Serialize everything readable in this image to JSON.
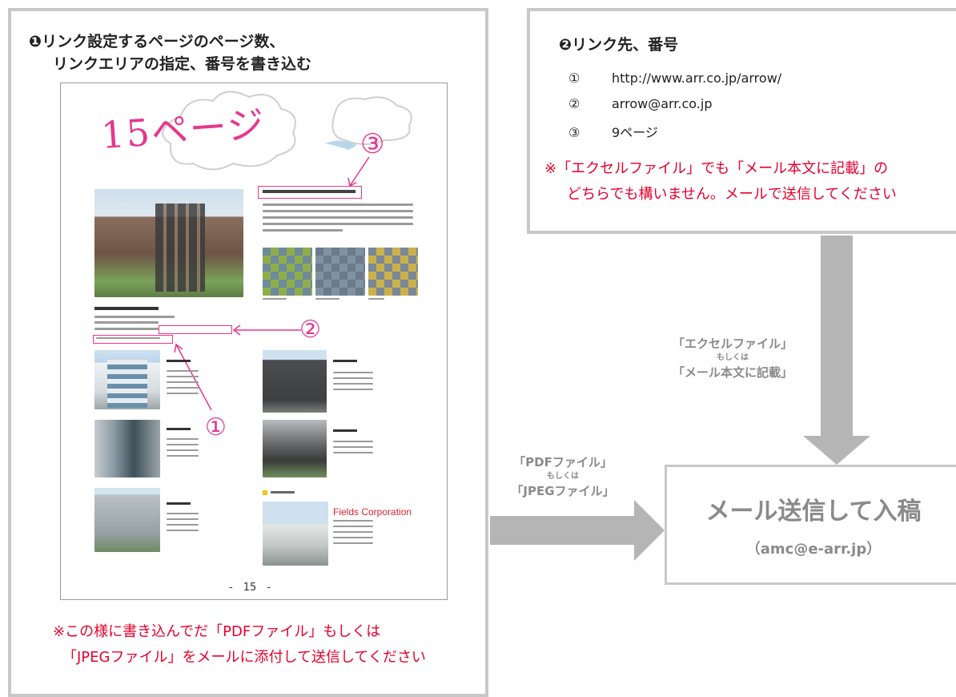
{
  "left": {
    "heading_line1": "❶リンク設定するページのページ数、",
    "heading_line2": "リンクエリアの指定、番号を書き込む",
    "note_line1": "※この様に書き込んでだ「PDFファイル」もしくは",
    "note_line2": "「JPEGファイル」をメールに添付して送信してください",
    "page": {
      "handwritten_page": "15ページ",
      "marker_1": "①",
      "marker_2": "②",
      "marker_3": "③",
      "page_number": "-　15　-",
      "company_logo": "Fields Corporation"
    }
  },
  "links": {
    "heading": "❷リンク先、番号",
    "items": [
      {
        "num": "①",
        "value": "http://www.arr.co.jp/arrow/"
      },
      {
        "num": "②",
        "value": "arrow@arr.co.jp"
      },
      {
        "num": "③",
        "value": "9ページ"
      }
    ],
    "note_line1": "※「エクセルファイル」でも「メール本文に記載」の",
    "note_line2": "どちらでも構いません。メールで送信してください"
  },
  "down_arrow": {
    "line1": "「エクセルファイル」",
    "line2": "もしくは",
    "line3": "「メール本文に記載」"
  },
  "right_arrow": {
    "line1": "「PDFファイル」",
    "line2": "もしくは",
    "line3": "「JPEGファイル」"
  },
  "mail": {
    "title": "メール送信して入稿",
    "address": "（amc@e-arr.jp）"
  },
  "colors": {
    "frame": "#c8c8c8",
    "arrow": "#b5b5b5",
    "note_red": "#e6002d",
    "marker_pink": "#e7368f"
  }
}
